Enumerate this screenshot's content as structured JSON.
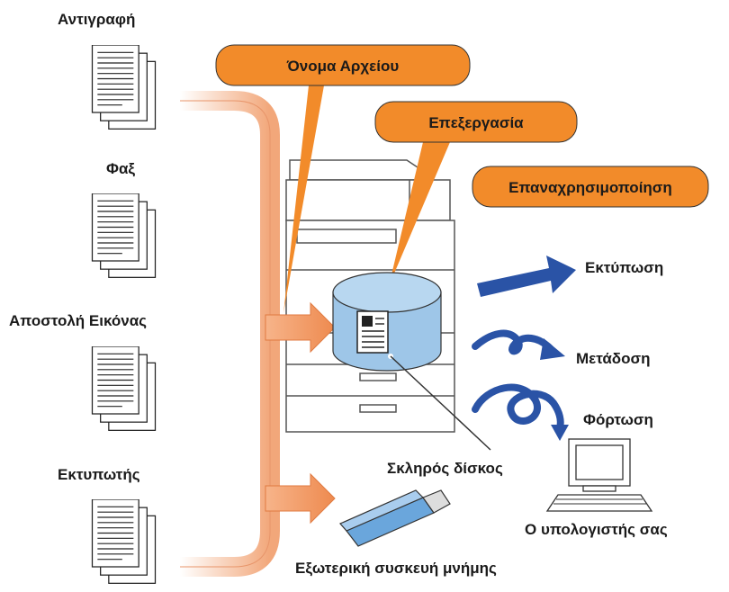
{
  "sources": [
    "Αντιγραφή",
    "Φαξ",
    "Αποστολή Εικόνας",
    "Εκτυπωτής"
  ],
  "callouts": {
    "filename": "Όνομα Αρχείου",
    "edit": "Επεξεργασία",
    "reuse": "Επαναχρησιμοποίηση"
  },
  "outputs": {
    "print": "Εκτύπωση",
    "transmit": "Μετάδοση",
    "download": "Φόρτωση"
  },
  "storage": {
    "hdd": "Σκληρός δίσκος",
    "external": "Εξωτερική συσκευή μνήμης",
    "computer": "Ο υπολογιστής σας"
  },
  "colors": {
    "orange": "#f28b2a",
    "blue": "#2a53a6",
    "disk": "#9ec6e8",
    "pipe": "#f7c7a6"
  }
}
